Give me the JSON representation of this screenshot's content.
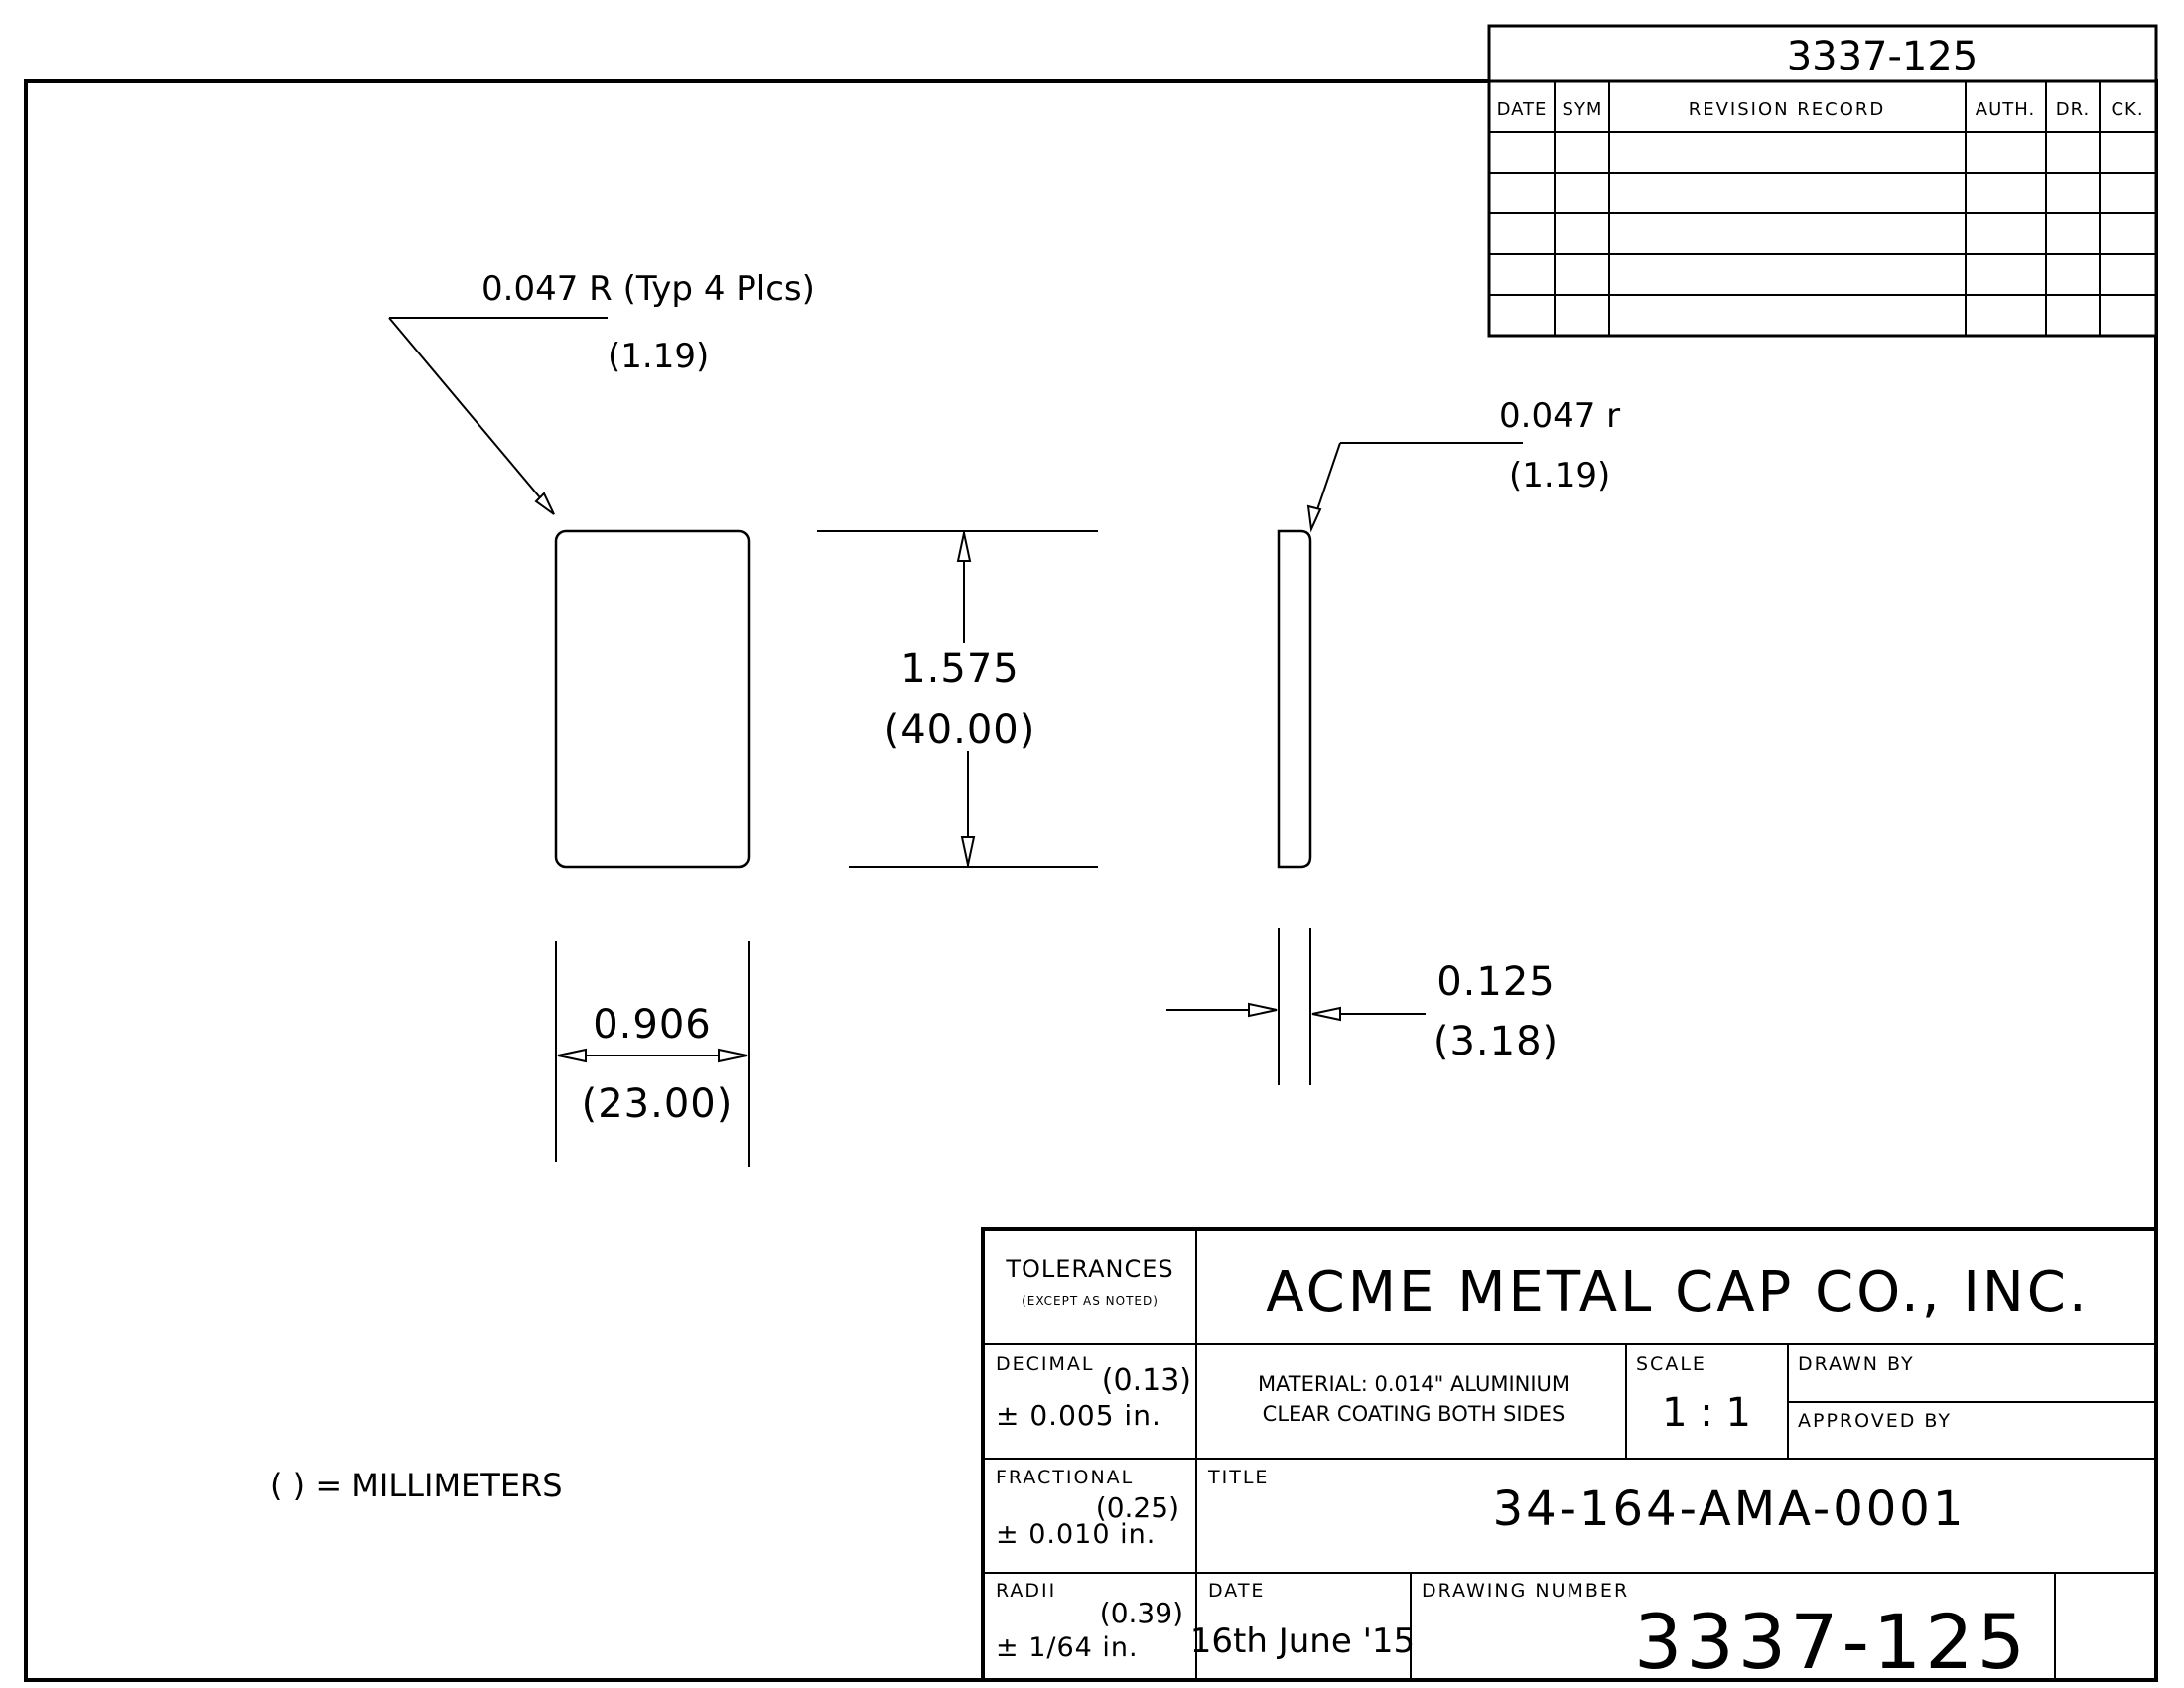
{
  "revision_block": {
    "drawing_number": "3337-125",
    "columns": [
      "DATE",
      "SYM",
      "REVISION RECORD",
      "AUTH.",
      "DR.",
      "CK."
    ],
    "rows": 5
  },
  "annotations": {
    "corner_radius_in": "0.047 R (Typ 4 Plcs)",
    "corner_radius_mm": "(1.19)",
    "edge_radius_in": "0.047 r",
    "edge_radius_mm": "(1.19)",
    "height_in": "1.575",
    "height_mm": "(40.00)",
    "width_in": "0.906",
    "width_mm": "(23.00)",
    "thickness_in": "0.125",
    "thickness_mm": "(3.18)",
    "units_note": "( ) = MILLIMETERS"
  },
  "title_block": {
    "tolerances_label": "TOLERANCES",
    "tolerances_sub": "(EXCEPT AS NOTED)",
    "company": "ACME METAL CAP CO., INC.",
    "decimal_label": "DECIMAL",
    "decimal_mm": "(0.13)",
    "decimal_value": "± 0.005 in.",
    "material_line1": "MATERIAL: 0.014\" ALUMINIUM",
    "material_line2": "CLEAR COATING BOTH SIDES",
    "scale_label": "SCALE",
    "scale_value": "1 : 1",
    "drawn_by_label": "DRAWN BY",
    "approved_by_label": "APPROVED BY",
    "fractional_label": "FRACTIONAL",
    "fractional_mm": "(0.25)",
    "fractional_value": "± 0.010 in.",
    "title_label": "TITLE",
    "title_value": "34-164-AMA-0001",
    "radii_label": "RADII",
    "radii_mm": "(0.39)",
    "radii_value": "± 1/64 in.",
    "date_label": "DATE",
    "date_value": "16th June '15",
    "drawing_number_label": "DRAWING NUMBER",
    "drawing_number_value": "3337-125"
  }
}
